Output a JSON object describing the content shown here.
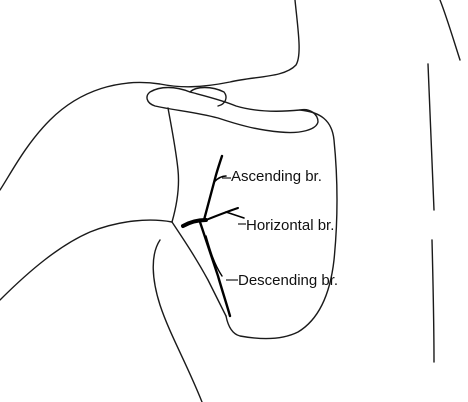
{
  "labels": {
    "ascending": "Ascending br.",
    "horizontal": "Horizontal br.",
    "descending": "Descending br."
  },
  "colors": {
    "line": "#1a1a1a",
    "vessel": "#000000",
    "background": "#ffffff"
  }
}
